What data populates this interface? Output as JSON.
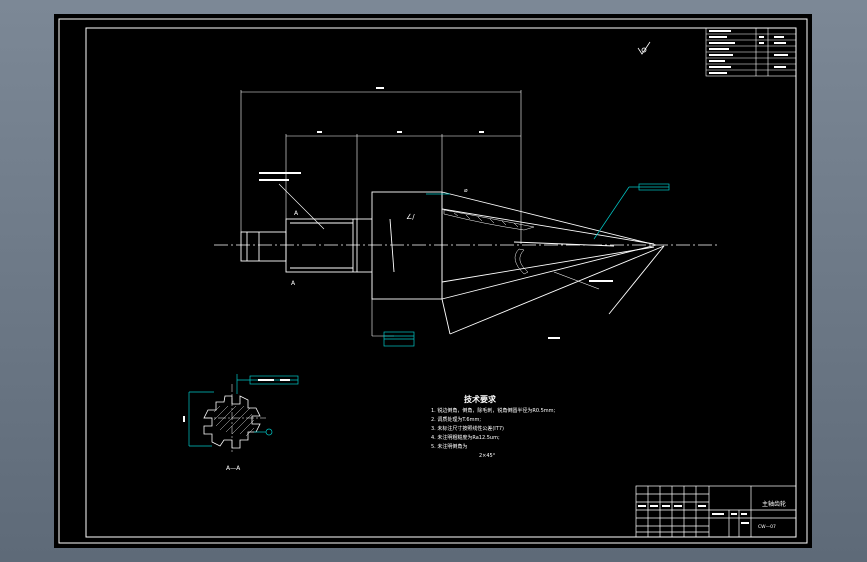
{
  "sheet": {
    "technical_requirements": {
      "title": "技术要求",
      "items": [
        "1. 锐边倒角，倒角，除毛刺，锐角倒圆半径为R0.5mm;",
        "2. 调质处理为T.6mm;",
        "3. 未标注尺寸按照线性公差(IT7)",
        "4. 未注明粗糙度为Ra12.5um;",
        "5. 未注明倒角为"
      ],
      "chamfer_note": "2×45°"
    },
    "section_label": "A—A",
    "datum_label_left": "A",
    "datum_label_right": "A",
    "title_block": {
      "part_name": "主轴齿轮",
      "drawing_number": "CW—07"
    },
    "colors": {
      "background": "#000000",
      "line": "#ffffff",
      "annotation": "#00c8c8",
      "frame_outer": "#7c8896"
    }
  }
}
